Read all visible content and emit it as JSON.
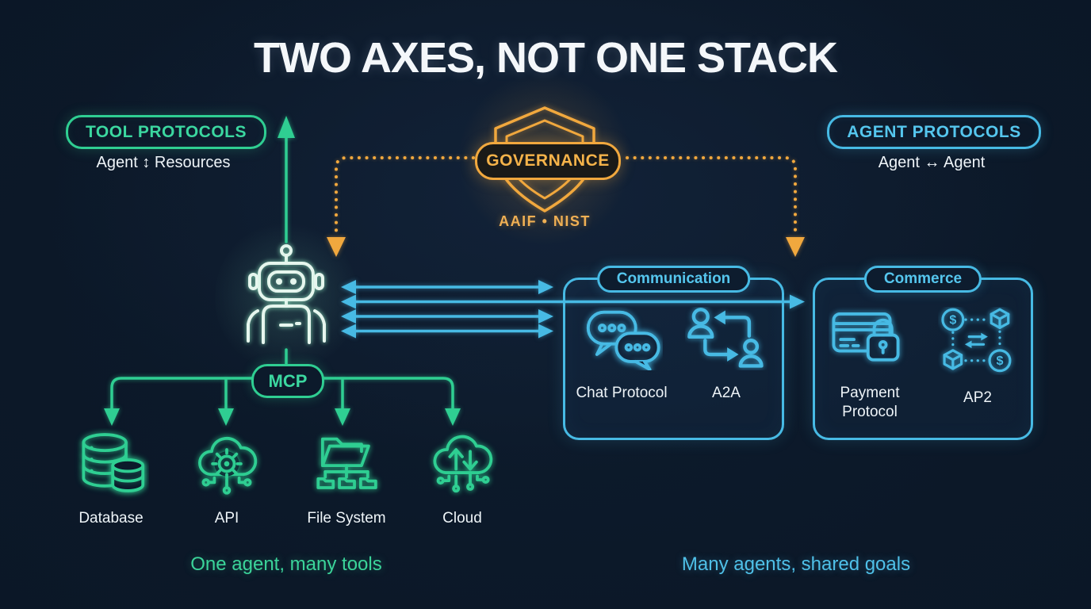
{
  "title": "TWO AXES, NOT ONE STACK",
  "colors": {
    "background": "#0c1a2b",
    "tool_green": "#2fce92",
    "agent_cyan": "#47bae4",
    "governance_amber": "#f1a83e",
    "text_white": "#eef4f8"
  },
  "tool_axis": {
    "pill_label": "TOOL PROTOCOLS",
    "subtitle": "Agent ↕ Resources",
    "hub_label": "MCP",
    "tools": [
      "Database",
      "API",
      "File System",
      "Cloud"
    ],
    "caption": "One agent, many tools"
  },
  "governance": {
    "badge_label": "GOVERNANCE",
    "orgs_label": "AAIF • NIST"
  },
  "agent_axis": {
    "pill_label": "AGENT PROTOCOLS",
    "subtitle": "Agent ↔ Agent",
    "caption": "Many agents, shared goals",
    "communication_box": {
      "title": "Communication",
      "items": [
        {
          "label": "Chat Protocol",
          "icon": "chat-bubbles-icon"
        },
        {
          "label": "A2A",
          "icon": "agents-exchange-icon"
        }
      ]
    },
    "commerce_box": {
      "title": "Commerce",
      "items": [
        {
          "label": "Payment Protocol",
          "icon": "payment-card-lock-icon"
        },
        {
          "label": "AP2",
          "icon": "value-exchange-icon"
        }
      ]
    }
  }
}
